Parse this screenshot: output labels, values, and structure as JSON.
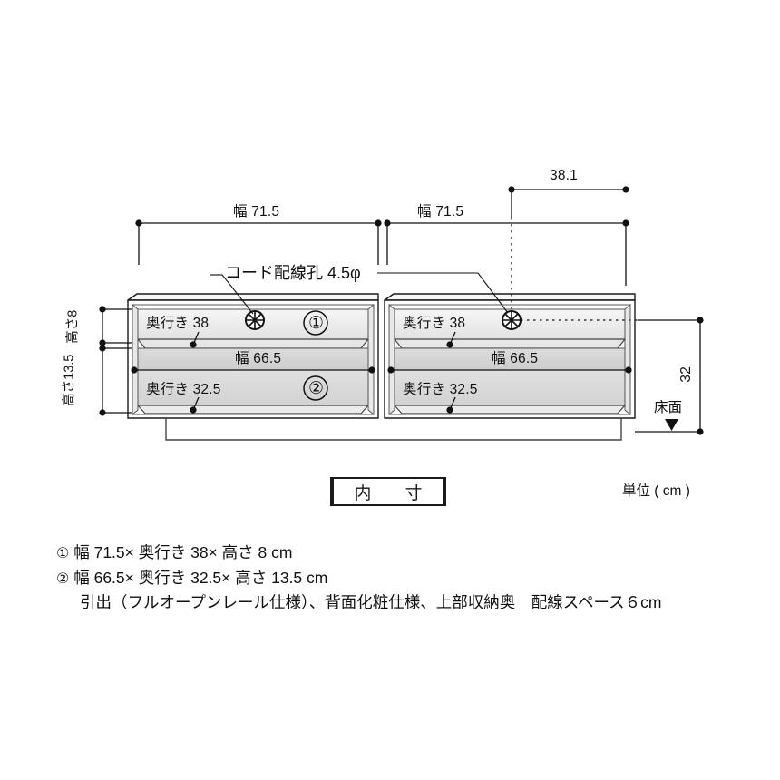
{
  "diagram": {
    "title_box": "内　寸",
    "unit_note": "単位 ( cm )",
    "callout_cord_hole": "コード配線孔 4.5φ",
    "floor_label": "床面"
  },
  "dimensions": {
    "top_width_left": "幅 71.5",
    "top_width_right": "幅 71.5",
    "offset_right": "38.1",
    "height_upper": "高さ8",
    "height_lower": "高さ13.5",
    "total_height_right": "32",
    "depth_upper_left": "奥行き 38",
    "depth_upper_right": "奥行き 38",
    "inner_width_left": "幅 66.5",
    "inner_width_right": "幅 66.5",
    "depth_lower_left": "奥行き 32.5",
    "depth_lower_right": "奥行き 32.5"
  },
  "markers": {
    "one": "①",
    "two": "②"
  },
  "specs": [
    {
      "index": "①",
      "text": "幅 71.5× 奥行き 38× 高さ 8 cm"
    },
    {
      "index": "②",
      "text": "幅 66.5× 奥行き 32.5× 高さ 13.5 cm"
    }
  ],
  "spec_note": "引出（フルオープンレール仕様）、背面化粧仕様、上部収納奥　配線スペース６cm",
  "colors": {
    "line": "#1a1a1a",
    "thin_line": "#555555",
    "panel_light": "#ebebeb",
    "panel_mid": "#d8d8d8",
    "panel_dark": "#cfcfcf",
    "edge": "#f4f4f4"
  }
}
